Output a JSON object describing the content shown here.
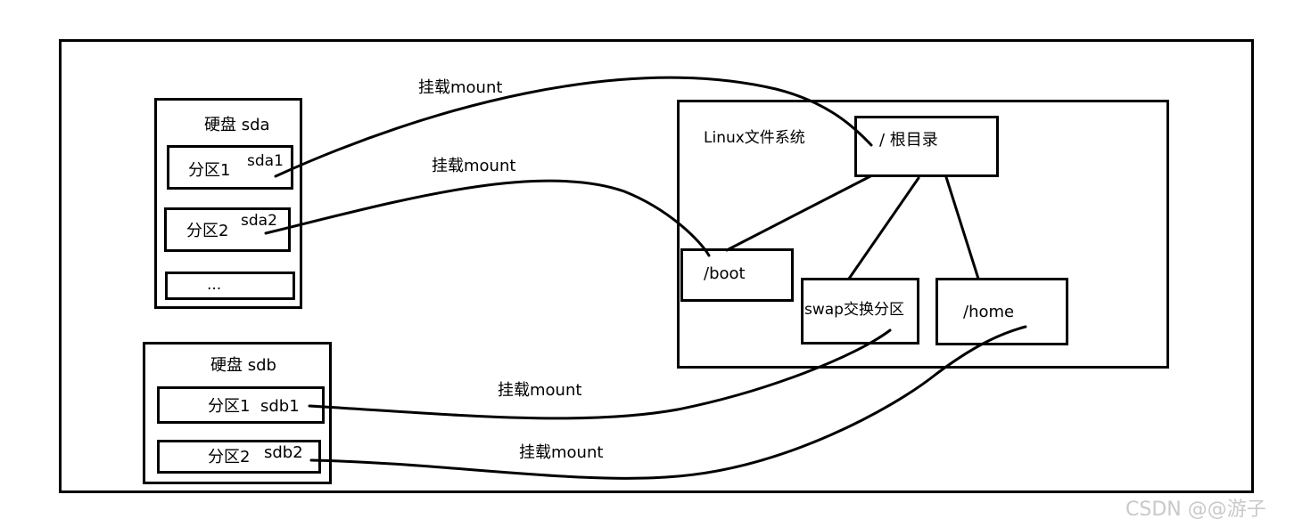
{
  "disk_sda": {
    "title": "硬盘  sda",
    "partition1": {
      "label": "分区1",
      "device": "sda1"
    },
    "partition2": {
      "label": "分区2",
      "device": "sda2"
    },
    "more": "..."
  },
  "disk_sdb": {
    "title": "硬盘    sdb",
    "partition1": {
      "label": "分区1",
      "device": "sdb1"
    },
    "partition2": {
      "label": "分区2",
      "device": "sdb2"
    }
  },
  "linux_fs": {
    "title": "Linux文件系统",
    "root": "/   根目录",
    "boot": "/boot",
    "swap": "swap交换分区",
    "home": "/home"
  },
  "mount_labels": {
    "sda1": "挂载mount",
    "sda2": "挂载mount",
    "sdb1": "挂载mount",
    "sdb2": "挂载mount"
  },
  "watermark": "CSDN @@游子"
}
